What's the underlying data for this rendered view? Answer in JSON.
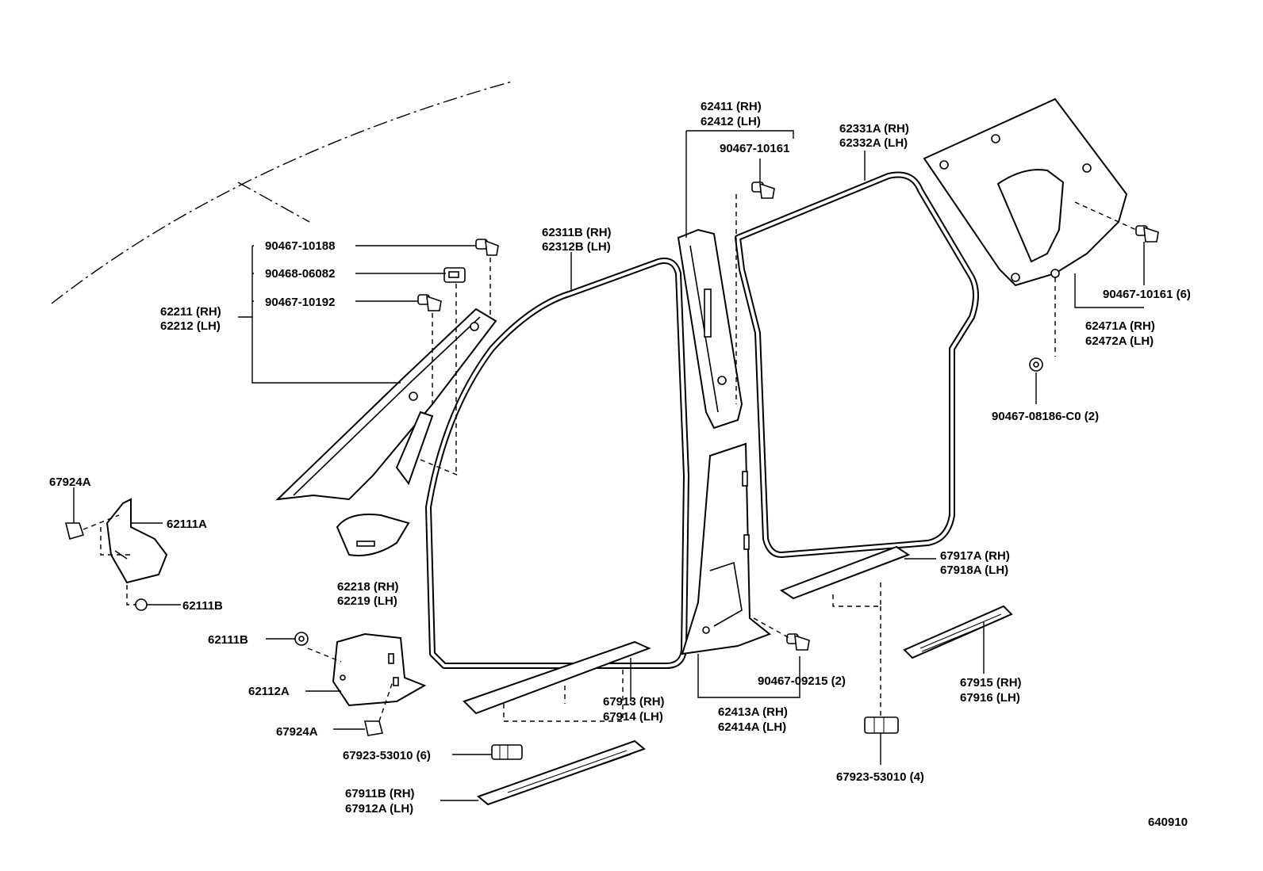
{
  "labels": {
    "p62411": "62411 (RH)",
    "p62412": "62412 (LH)",
    "p90467_10161_a": "90467-10161",
    "p62331A": "62331A (RH)",
    "p62332A": "62332A (LH)",
    "p62311B": "62311B (RH)",
    "p62312B": "62312B (LH)",
    "p90467_10188": "90467-10188",
    "p90468_06082": "90468-06082",
    "p90467_10192": "90467-10192",
    "p62211": "62211 (RH)",
    "p62212": "62212 (LH)",
    "p90467_10161_6": "90467-10161 (6)",
    "p62471A": "62471A (RH)",
    "p62472A": "62472A (LH)",
    "p90467_08186": "90467-08186-C0 (2)",
    "p67924A_top": "67924A",
    "p62111A": "62111A",
    "p62111B_top": "62111B",
    "p62218": "62218 (RH)",
    "p62219": "62219 (LH)",
    "p62111B_mid": "62111B",
    "p62112A": "62112A",
    "p67924A_bot": "67924A",
    "p67913": "67913 (RH)",
    "p67914": "67914 (LH)",
    "p67923_6": "67923-53010 (6)",
    "p67911B": "67911B (RH)",
    "p67912A": "67912A (LH)",
    "p90467_09215": "90467-09215 (2)",
    "p62413A": "62413A (RH)",
    "p62414A": "62414A (LH)",
    "p67917A": "67917A (RH)",
    "p67918A": "67918A (LH)",
    "p67915": "67915 (RH)",
    "p67916": "67916 (LH)",
    "p67923_4": "67923-53010 (4)",
    "ref": "640910"
  }
}
